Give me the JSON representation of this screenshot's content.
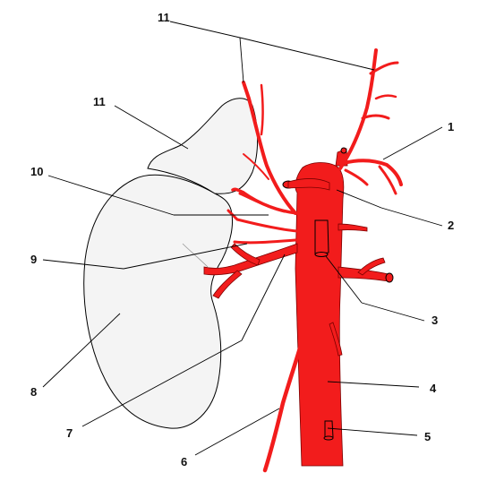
{
  "labels": {
    "l1": "1",
    "l2": "2",
    "l3": "3",
    "l4": "4",
    "l5": "5",
    "l6": "6",
    "l7": "7",
    "l8": "8",
    "l9": "9",
    "l10": "10",
    "l11_top": "11",
    "l11_left": "11"
  },
  "colors": {
    "vessel": "#f21c1c",
    "organ": "#f4f4f4",
    "leader": "#000000"
  }
}
